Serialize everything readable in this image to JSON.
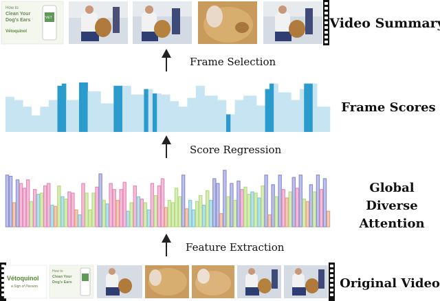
{
  "stages": {
    "summary": "Video Summary",
    "scores": "Frame Scores",
    "attention": [
      "Global",
      "Diverse",
      "Attention"
    ],
    "original": "Original Video"
  },
  "steps": {
    "frame_selection": "Frame Selection",
    "score_regression": "Score Regression",
    "feature_extraction": "Feature Extraction"
  },
  "thumb_text": {
    "title": [
      "How to",
      "Clean Your",
      "Dog's Ears"
    ],
    "brand": "Vétoquinol",
    "tagline": "a Sign of Passion",
    "bottle": "VET"
  },
  "colors": {
    "score_light": "#c6e4f1",
    "score_selected": "#2a9bcc",
    "attention_palette": [
      "#8a8fd2",
      "#e58ab9",
      "#b6dc7e",
      "#82c9d5",
      "#e6a17d"
    ],
    "arrow": "#222222"
  },
  "chart_data": [
    {
      "type": "bar",
      "title": "Frame Scores",
      "series": [
        {
          "values": [
            3.2,
            3.2,
            2.9,
            2.9,
            2.3,
            2.3,
            1.5,
            1.5,
            2.3,
            2.3,
            2.9,
            2.9,
            4.2,
            4.4,
            2.9,
            2.9,
            2.9,
            4.5,
            4.5,
            3.7,
            3.7,
            3.7,
            2.6,
            2.6,
            2.6,
            4.2,
            4.2,
            4.2,
            4.2,
            3.4,
            3.4,
            3.4,
            3.9,
            3.9,
            3.5,
            3.5,
            3.4,
            3.4,
            2.8,
            2.8,
            2.3,
            2.3,
            3.1,
            3.1,
            4.2,
            4.2,
            3.3,
            3.3,
            3.3,
            2.9,
            2.9,
            1.6,
            1.6,
            2.9,
            2.9,
            3.3,
            3.3,
            3.3,
            2.4,
            2.4,
            3.9,
            4.4,
            4.4,
            3.6,
            3.6,
            3.6,
            2.9,
            2.9,
            3.9,
            4.4,
            4.4,
            4.4,
            2.3,
            2.3,
            2.3
          ],
          "selected": [
            12,
            13,
            17,
            18,
            25,
            26,
            32,
            34,
            51,
            60,
            61,
            69,
            70
          ]
        }
      ]
    },
    {
      "type": "bar",
      "title": "Global Diverse Attention",
      "series": [
        {
          "values": [
            4.3,
            4.2,
            2.0,
            3.9,
            3.6,
            3.2,
            3.9,
            2.1,
            3.1,
            2.7,
            2.8,
            3.4,
            3.6,
            1.8,
            1.7,
            3.4,
            2.5,
            2.3,
            2.9,
            2.8,
            1.4,
            1.0,
            3.6,
            2.8,
            1.4,
            2.8,
            3.3,
            4.4,
            2.2,
            1.9,
            3.6,
            3.1,
            2.2,
            3.1,
            3.7,
            1.3,
            2.0,
            3.4,
            2.5,
            2.3,
            2.0,
            1.4,
            3.6,
            2.6,
            3.4,
            4.0,
            1.6,
            2.2,
            2.0,
            3.2,
            2.5,
            4.3,
            1.5,
            2.2,
            1.4,
            2.1,
            2.6,
            1.8,
            3.0,
            2.2,
            4.0,
            3.6,
            1.1,
            4.7,
            2.5,
            3.6,
            2.2,
            3.8,
            3.1,
            3.3,
            2.7,
            2.9,
            2.8,
            2.4,
            3.4,
            4.3,
            1.0,
            3.5,
            2.5,
            4.3,
            3.1,
            2.4,
            2.9,
            4.1,
            3.2,
            4.3,
            2.3,
            2.1,
            3.5,
            2.9,
            4.3,
            3.1,
            4.0,
            1.3
          ],
          "colors": [
            0,
            0,
            4,
            0,
            1,
            1,
            1,
            2,
            1,
            3,
            2,
            1,
            1,
            3,
            4,
            2,
            3,
            2,
            1,
            1,
            4,
            3,
            1,
            2,
            2,
            2,
            1,
            0,
            2,
            3,
            1,
            1,
            4,
            1,
            1,
            3,
            2,
            1,
            3,
            1,
            2,
            3,
            1,
            2,
            1,
            1,
            4,
            2,
            2,
            2,
            2,
            0,
            4,
            3,
            3,
            2,
            2,
            3,
            2,
            3,
            0,
            0,
            4,
            0,
            2,
            0,
            2,
            0,
            1,
            2,
            2,
            3,
            2,
            3,
            2,
            0,
            4,
            0,
            2,
            0,
            1,
            4,
            2,
            0,
            1,
            0,
            2,
            4,
            0,
            2,
            0,
            1,
            0,
            4
          ]
        }
      ]
    }
  ]
}
